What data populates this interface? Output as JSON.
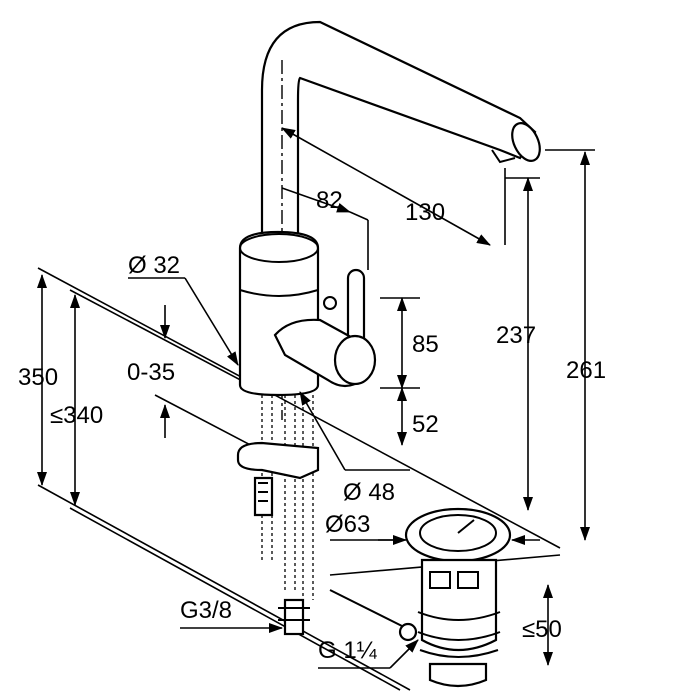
{
  "drawing": {
    "subject": "faucet-with-pop-up-waste",
    "dimensions": {
      "spout_offset_82": "82",
      "spout_reach_130": "130",
      "body_diameter": "Ø 32",
      "lever_height_85": "85",
      "lever_height_52": "52",
      "spout_height_237": "237",
      "total_height_261": "261",
      "height_350": "350",
      "height_340": "≤340",
      "deck_thickness": "0-35",
      "base_diameter": "Ø 48",
      "waste_diameter": "Ø63",
      "connection_thread": "G3/8",
      "waste_thread": "G 1¼",
      "waste_height": "≤50"
    }
  }
}
